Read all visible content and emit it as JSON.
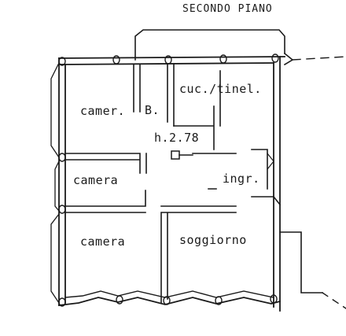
{
  "title": "SECONDO PIANO",
  "rooms": {
    "camera_top": "camer.",
    "bagno": "B.",
    "cucina": "cuc./tinel.",
    "height": "h.2.78",
    "camera_mid": "camera",
    "ingresso": "ingr.",
    "camera_bottom": "camera",
    "soggiorno": "soggiorno"
  },
  "colors": {
    "ink": "#1a1a1a",
    "paper": "#ffffff"
  }
}
